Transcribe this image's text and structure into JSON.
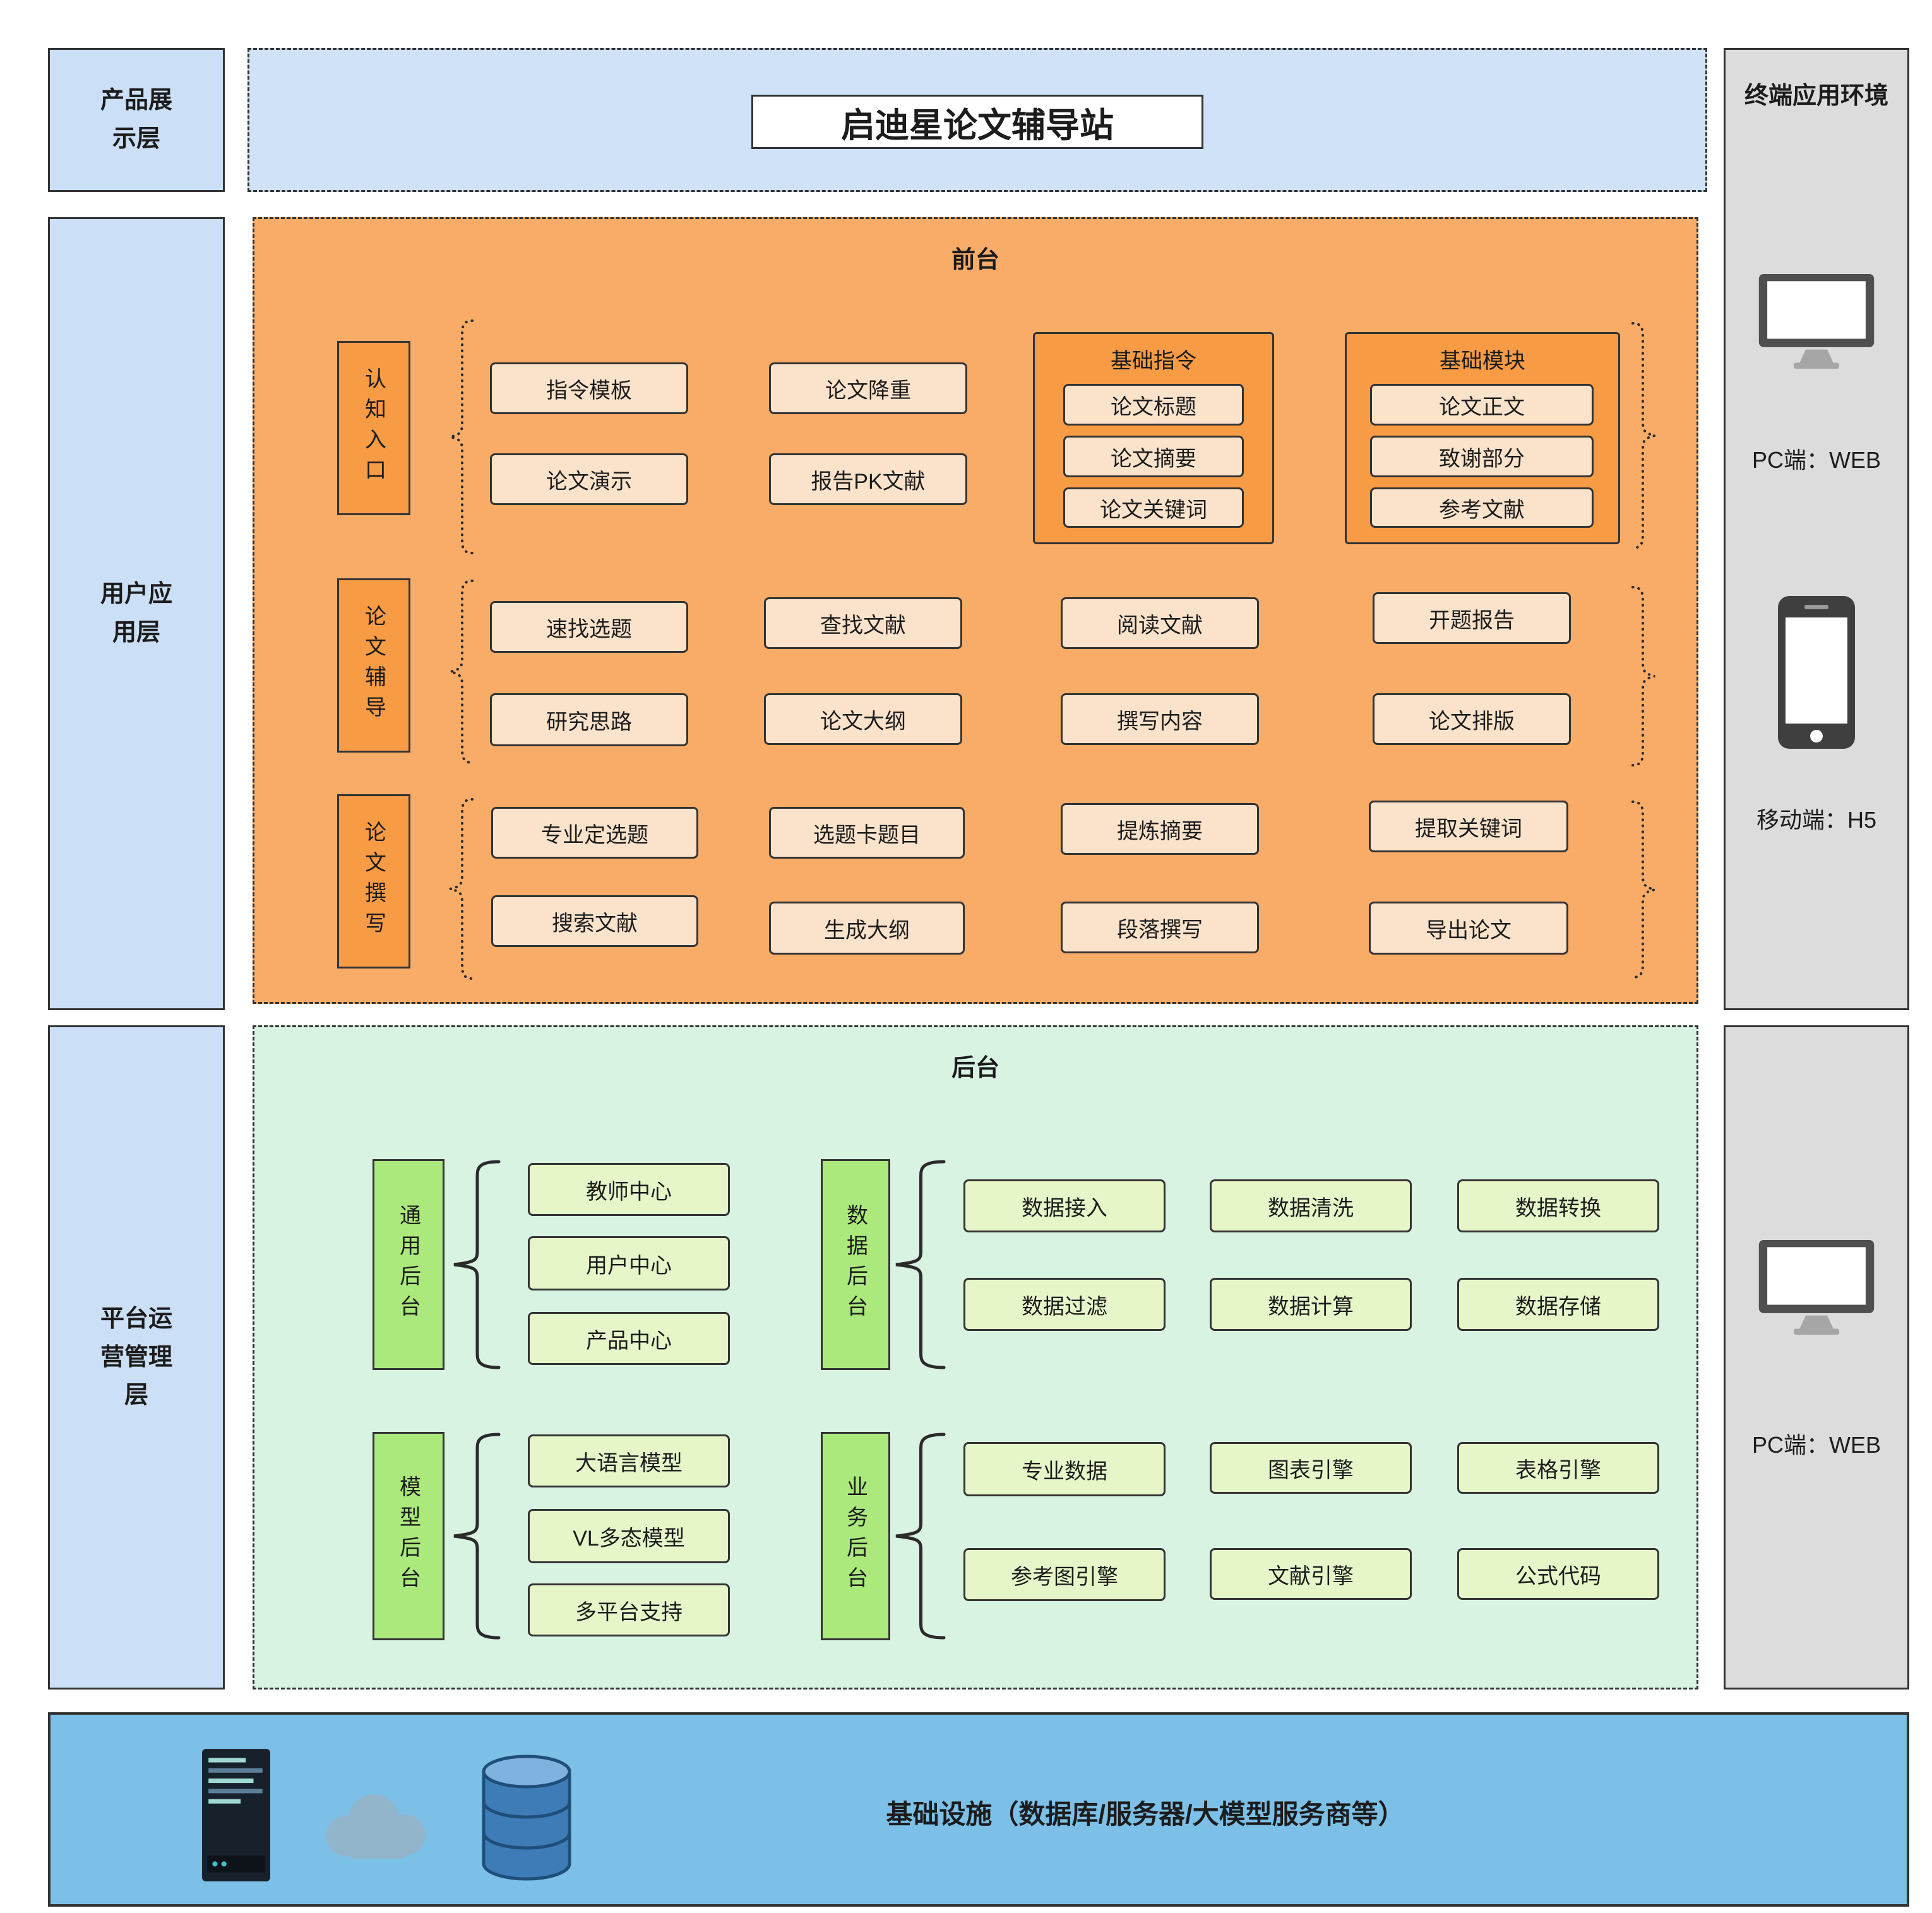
{
  "title": "启迪星论文辅导站",
  "layers": {
    "product": "产品展示层",
    "user": "用户应用层",
    "platform": "平台运营管理层"
  },
  "terminal": {
    "title": "终端应用环境",
    "pc1": "PC端：WEB",
    "mobile": "移动端：H5",
    "pc2": "PC端：WEB"
  },
  "front": {
    "label": "前台",
    "r1": {
      "cat": "认知入口",
      "items": [
        "指令模板",
        "论文演示",
        "论文降重",
        "报告PK文献"
      ],
      "g1": {
        "label": "基础指令",
        "items": [
          "论文标题",
          "论文摘要",
          "论文关键词"
        ]
      },
      "g2": {
        "label": "基础模块",
        "items": [
          "论文正文",
          "致谢部分",
          "参考文献"
        ]
      }
    },
    "r2": {
      "cat": "论文辅导",
      "items": [
        "速找选题",
        "研究思路",
        "查找文献",
        "论文大纲",
        "阅读文献",
        "撰写内容",
        "开题报告",
        "论文排版"
      ]
    },
    "r3": {
      "cat": "论文撰写",
      "items": [
        "专业定选题",
        "搜索文献",
        "选题卡题目",
        "生成大纲",
        "提炼摘要",
        "段落撰写",
        "提取关键词",
        "导出论文"
      ]
    }
  },
  "back": {
    "label": "后台",
    "s1": {
      "cat": "通用后台",
      "items": [
        "教师中心",
        "用户中心",
        "产品中心"
      ]
    },
    "s2": {
      "cat": "数据后台",
      "items": [
        "数据接入",
        "数据清洗",
        "数据转换",
        "数据过滤",
        "数据计算",
        "数据存储"
      ]
    },
    "s3": {
      "cat": "模型后台",
      "items": [
        "大语言模型",
        "VL多态模型",
        "多平台支持"
      ]
    },
    "s4": {
      "cat": "业务后台",
      "items": [
        "专业数据",
        "图表引擎",
        "表格引擎",
        "参考图引擎",
        "文献引擎",
        "公式代码"
      ]
    }
  },
  "infra": {
    "label": "基础设施（数据库/服务器/大模型服务商等）"
  },
  "colors": {
    "layer_blue": "#CBDFF6",
    "front_orange": "#F8AC68",
    "front_box": "#FBE3CB",
    "front_accent": "#F79B45",
    "back_mint": "#D9F3E3",
    "back_box": "#E6F6C9",
    "back_accent": "#ACE97D",
    "terminal_gray": "#DCDCDC",
    "infra_blue": "#7CC0E8"
  }
}
